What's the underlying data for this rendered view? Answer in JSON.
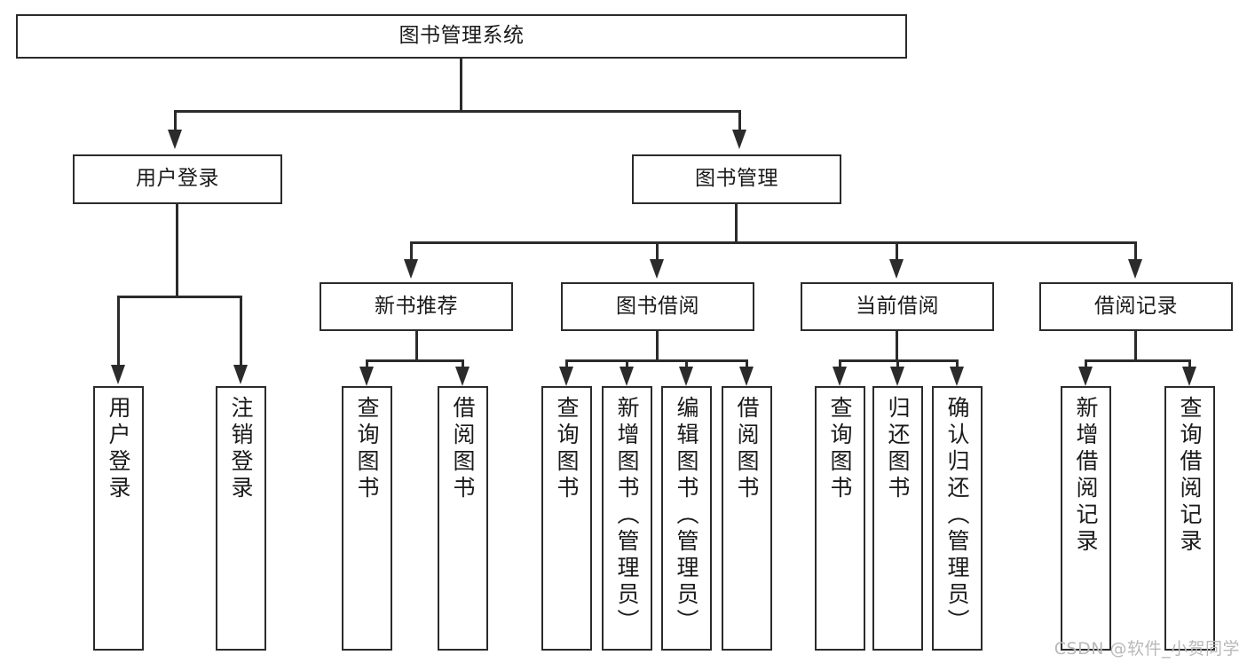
{
  "diagram": {
    "title": "图书管理系统",
    "type": "tree",
    "watermark": "CSDN @软件_小贺同学",
    "root": {
      "label": "图书管理系统"
    },
    "level1": [
      {
        "label": "用户登录"
      },
      {
        "label": "图书管理"
      }
    ],
    "level2": [
      {
        "label": "新书推荐"
      },
      {
        "label": "图书借阅"
      },
      {
        "label": "当前借阅"
      },
      {
        "label": "借阅记录"
      }
    ],
    "leaves": {
      "user_login": [
        {
          "label": "用户登录"
        },
        {
          "label": "注销登录"
        }
      ],
      "new_book_recommend": [
        {
          "label": "查询图书"
        },
        {
          "label": "借阅图书"
        }
      ],
      "book_borrow": [
        {
          "label": "查询图书"
        },
        {
          "label": "新增图书（管理员）"
        },
        {
          "label": "编辑图书（管理员）"
        },
        {
          "label": "借阅图书"
        }
      ],
      "current_borrow": [
        {
          "label": "查询图书"
        },
        {
          "label": "归还图书"
        },
        {
          "label": "确认归还（管理员）"
        }
      ],
      "borrow_record": [
        {
          "label": "新增借阅记录"
        },
        {
          "label": "查询借阅记录"
        }
      ]
    }
  },
  "colors": {
    "stroke": "#2b2b2b",
    "background": "#ffffff",
    "text": "#1a1a1a",
    "watermark": "#b9b9b9"
  }
}
